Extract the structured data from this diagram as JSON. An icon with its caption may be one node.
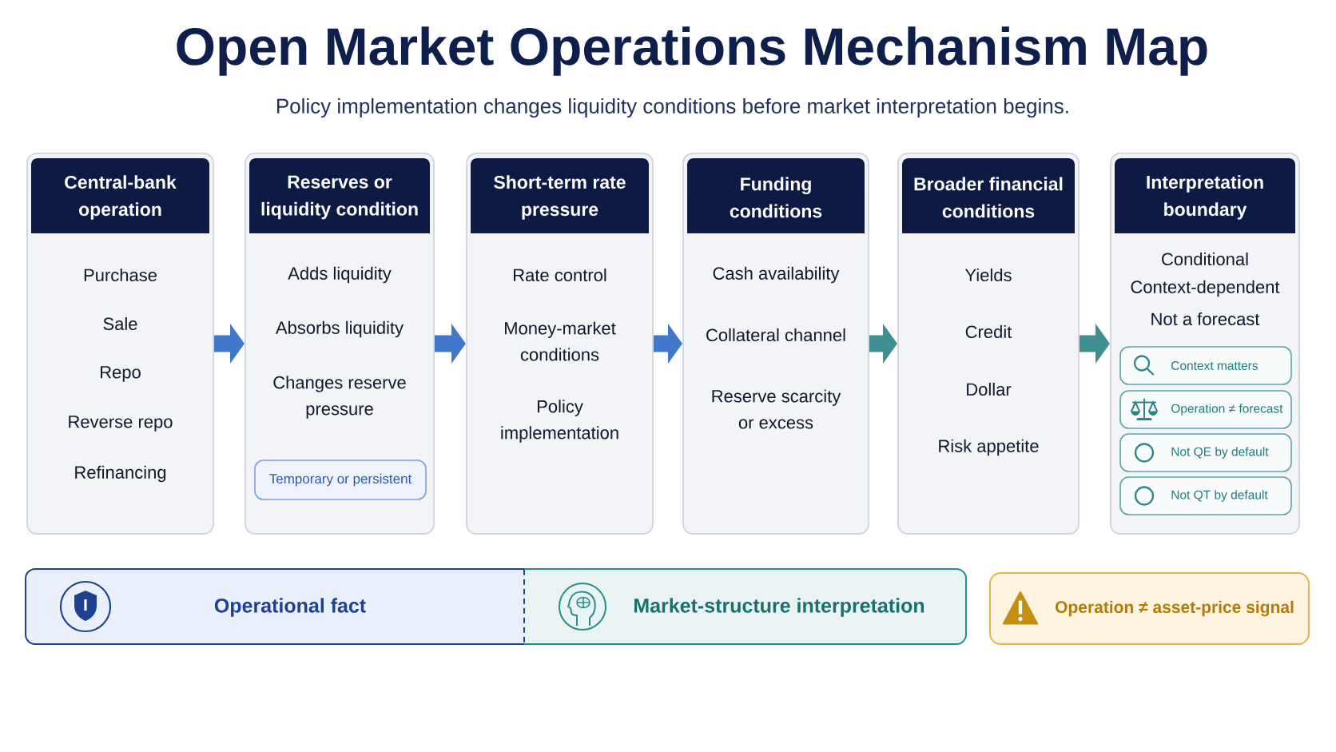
{
  "diagram": {
    "title": "Open Market Operations Mechanism Map",
    "nodes": [
      {
        "text": [
          "Central-bank operation",
          "Purchase",
          "Sale",
          "Repo",
          "Reverse repo",
          "Refinancing"
        ]
      },
      {
        "text": [
          "Reserves or liquidity condition",
          "Adds liquidity",
          "Absorbs liquidity",
          "Changes reserve pressure"
        ]
      },
      {
        "text": [
          "Temporary or persistent"
        ],
        "in": 1
      },
      {
        "text": [
          "Short-term rate pressure",
          "Rate control",
          "Money-market conditions",
          "Policy implementation"
        ]
      },
      {
        "text": [
          "Funding conditions",
          "Cash availability",
          "Collateral channel",
          "Reserve scarcity or excess"
        ]
      },
      {
        "text": [
          "Broader financial conditions",
          "Yields",
          "Credit",
          "Dollar",
          "Risk appetite"
        ]
      },
      {
        "text": [
          "Interpretation boundary",
          "Conditional",
          "Context-dependent",
          "Not a forecast"
        ]
      },
      {
        "text": [
          "Context matters"
        ],
        "in": 6
      },
      {
        "text": [
          "Operation ≠ forecast"
        ],
        "in": 6
      },
      {
        "text": [
          "Not QE by default"
        ],
        "in": 6
      },
      {
        "text": [
          "Not QT by default"
        ],
        "in": 6
      },
      {
        "text": [
          "Operational fact"
        ]
      },
      {
        "text": [
          "Market-structure interpretation"
        ]
      },
      {
        "text": [
          "Operation ≠ asset-price signal"
        ]
      }
    ],
    "edges": [
      {
        "from": 0,
        "to": 1,
        "arrow": "to"
      },
      {
        "from": 1,
        "to": 3,
        "arrow": "to"
      },
      {
        "from": 3,
        "to": 4,
        "arrow": "to"
      },
      {
        "from": 4,
        "to": 5,
        "arrow": "to",
        "color": "#3f8f90"
      },
      {
        "from": 5,
        "to": 6,
        "arrow": "to",
        "color": "#3f8f90"
      }
    ],
    "labels": [
      "Policy implementation changes liquidity conditions before market interpretation begins."
    ]
  }
}
